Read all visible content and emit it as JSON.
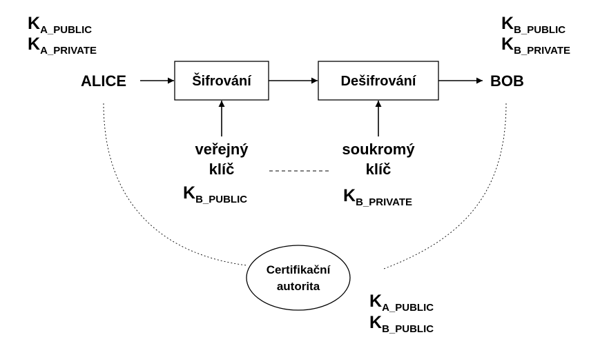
{
  "nodes": {
    "alice": "ALICE",
    "bob": "BOB",
    "encrypt": "Šifrování",
    "decrypt": "Dešifrování",
    "public_key": [
      "veřejný",
      "klíč"
    ],
    "private_key": [
      "soukromý",
      "klíč"
    ],
    "ca": [
      "Certifikační",
      "autorita"
    ]
  },
  "keys": {
    "alice_keys": [
      {
        "letter": "K",
        "sub": "A_PUBLIC"
      },
      {
        "letter": "K",
        "sub": "A_PRIVATE"
      }
    ],
    "bob_keys": [
      {
        "letter": "K",
        "sub": "B_PUBLIC"
      },
      {
        "letter": "K",
        "sub": "B_PRIVATE"
      }
    ],
    "public_key_value": {
      "letter": "K",
      "sub": "B_PUBLIC"
    },
    "private_key_value": {
      "letter": "K",
      "sub": "B_PRIVATE"
    },
    "ca_keys": [
      {
        "letter": "K",
        "sub": "A_PUBLIC"
      },
      {
        "letter": "K",
        "sub": "B_PUBLIC"
      }
    ]
  }
}
